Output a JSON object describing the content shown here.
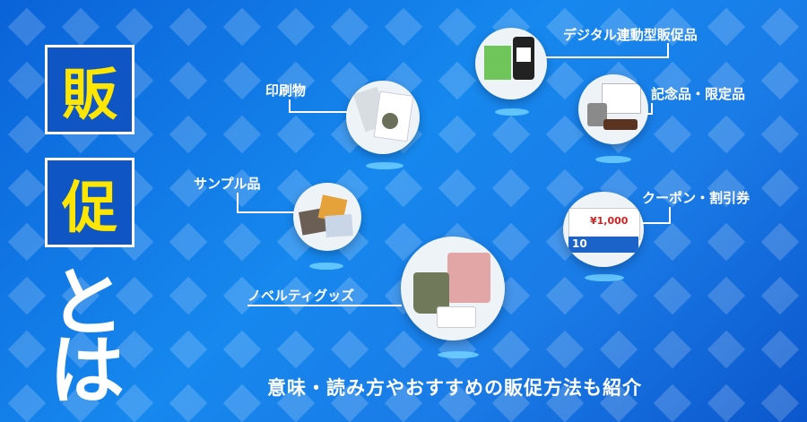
{
  "title": {
    "char1": "販",
    "char2": "促",
    "char3": "と",
    "char4": "は"
  },
  "items": {
    "printed": "印刷物",
    "sample": "サンプル品",
    "novelty": "ノベルティグッズ",
    "digital": "デジタル連動型販促品",
    "commemorative": "記念品・限定品",
    "coupon": "クーポン・割引券"
  },
  "coupon_image": {
    "price": "¥1,000",
    "percent": "10"
  },
  "subtitle": "意味・読み方やおすすめの販促方法も紹介",
  "colors": {
    "background": "#1688ee",
    "title_yellow": "#ffe600",
    "shadow": "#6fd0ff"
  }
}
